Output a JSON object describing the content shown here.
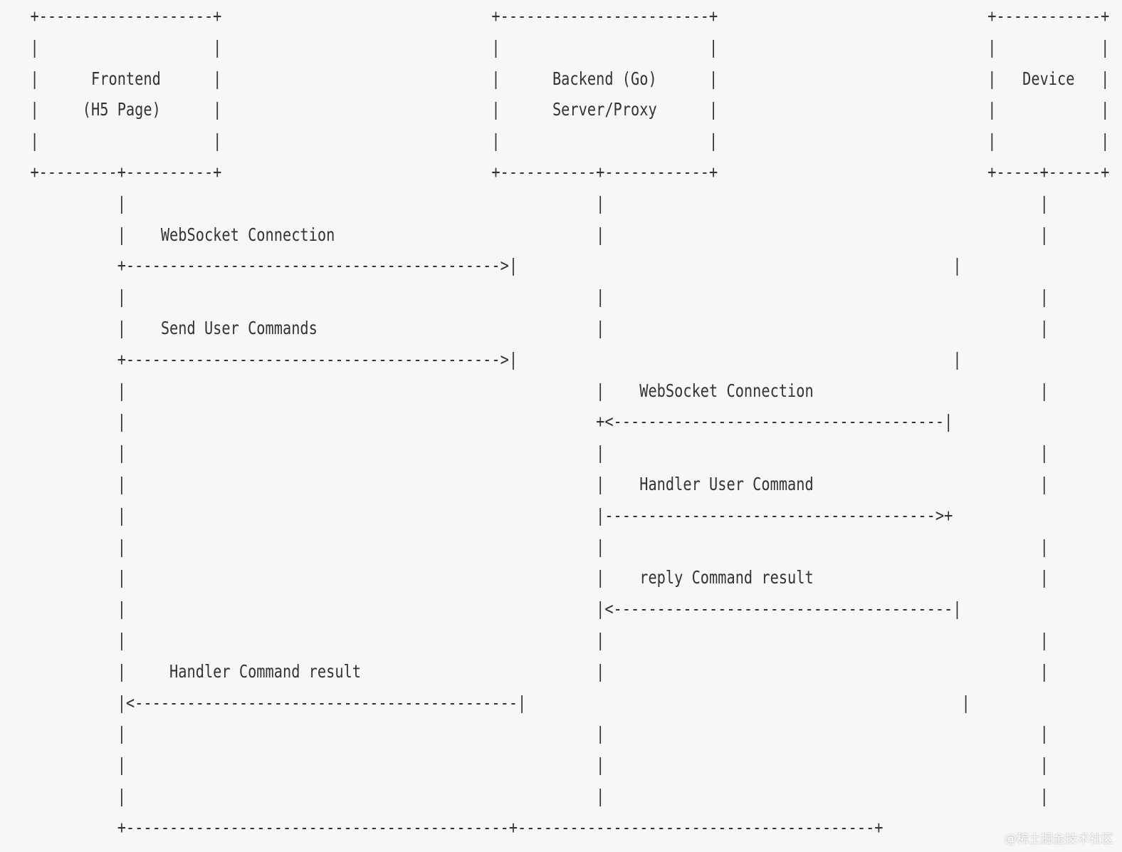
{
  "diagram": {
    "ascii_lines": [
      "  +--------------------+                               +------------------------+                               +------------+",
      "  |                    |                               |                        |                               |            |",
      "  |      Frontend      |                               |      Backend (Go)      |                               |   Device   |",
      "  |     (H5 Page)      |                               |      Server/Proxy      |                               |            |",
      "  |                    |                               |                        |                               |            |",
      "  +---------+----------+                               +-----------+------------+                               +-----+------+",
      "            |                                                      |                                                  |",
      "            |    WebSocket Connection                              |                                                  |",
      "            +------------------------------------------->|                                                  |",
      "            |                                                      |                                                  |",
      "            |    Send User Commands                                |                                                  |",
      "            +------------------------------------------->|                                                  |",
      "            |                                                      |    WebSocket Connection                          |",
      "            |                                                      +<--------------------------------------|",
      "            |                                                      |                                                  |",
      "            |                                                      |    Handler User Command                          |",
      "            |                                                      |-------------------------------------->+",
      "            |                                                      |                                                  |",
      "            |                                                      |    reply Command result                          |",
      "            |                                                      |<---------------------------------------|",
      "            |                                                      |                                                  |",
      "            |     Handler Command result                           |                                                  |",
      "            |<--------------------------------------------|                                                  |",
      "            |                                                      |                                                  |",
      "            |                                                      |                                                  |",
      "            |                                                      |                                                  |",
      "            +--------------------------------------------+-----------------------------------------+"
    ]
  },
  "watermark": "@稀土掘金技术社区"
}
